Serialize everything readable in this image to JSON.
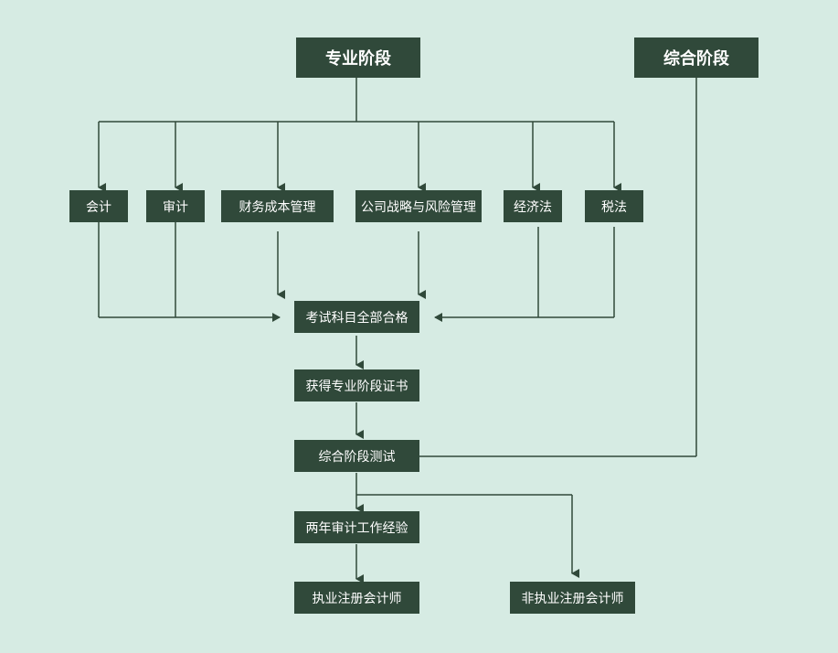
{
  "stages": {
    "professional": "专业阶段",
    "comprehensive": "综合阶段"
  },
  "subjects": [
    "会计",
    "审计",
    "财务成本管理",
    "公司战略与风险管理",
    "经济法",
    "税法"
  ],
  "flow": {
    "pass_all": "考试科目全部合格",
    "get_certificate": "获得专业阶段证书",
    "comprehensive_test": "综合阶段测试",
    "work_experience": "两年审计工作经验",
    "practicing_cpa": "执业注册会计师",
    "non_practicing_cpa": "非执业注册会计师"
  },
  "colors": {
    "background": "#d6ebe3",
    "box": "#30493a",
    "line": "#30493a",
    "text": "#ffffff"
  }
}
